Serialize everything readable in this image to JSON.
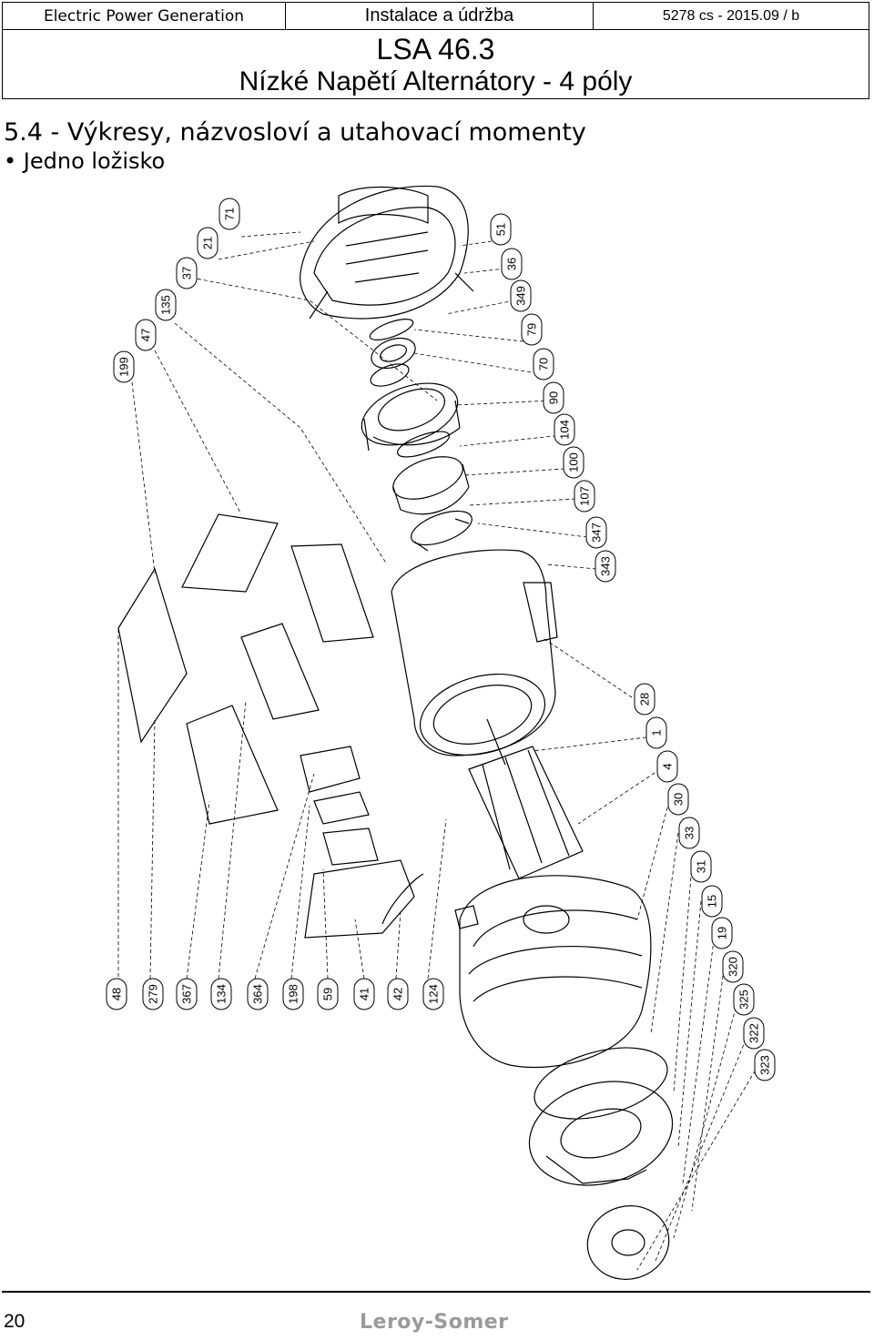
{
  "header": {
    "company": "Electric Power Generation",
    "doc_type": "Instalace a údržba",
    "doc_ref": "5278 cs - 2015.09 / b",
    "model": "LSA 46.3",
    "subtitle": "Nízké Napětí Alternátory - 4 póly"
  },
  "section": {
    "title": "5.4 - Výkresy, názvosloví a utahovací momenty",
    "bullet": "• Jedno ložisko"
  },
  "part_labels": [
    "71",
    "21",
    "37",
    "135",
    "47",
    "199",
    "51",
    "36",
    "349",
    "79",
    "70",
    "90",
    "104",
    "100",
    "107",
    "347",
    "343",
    "28",
    "1",
    "4",
    "30",
    "33",
    "31",
    "15",
    "19",
    "320",
    "325",
    "322",
    "323",
    "48",
    "279",
    "367",
    "134",
    "364",
    "198",
    "59",
    "41",
    "42",
    "124"
  ],
  "footer": {
    "page_number": "20",
    "brand": "Leroy-Somer"
  }
}
